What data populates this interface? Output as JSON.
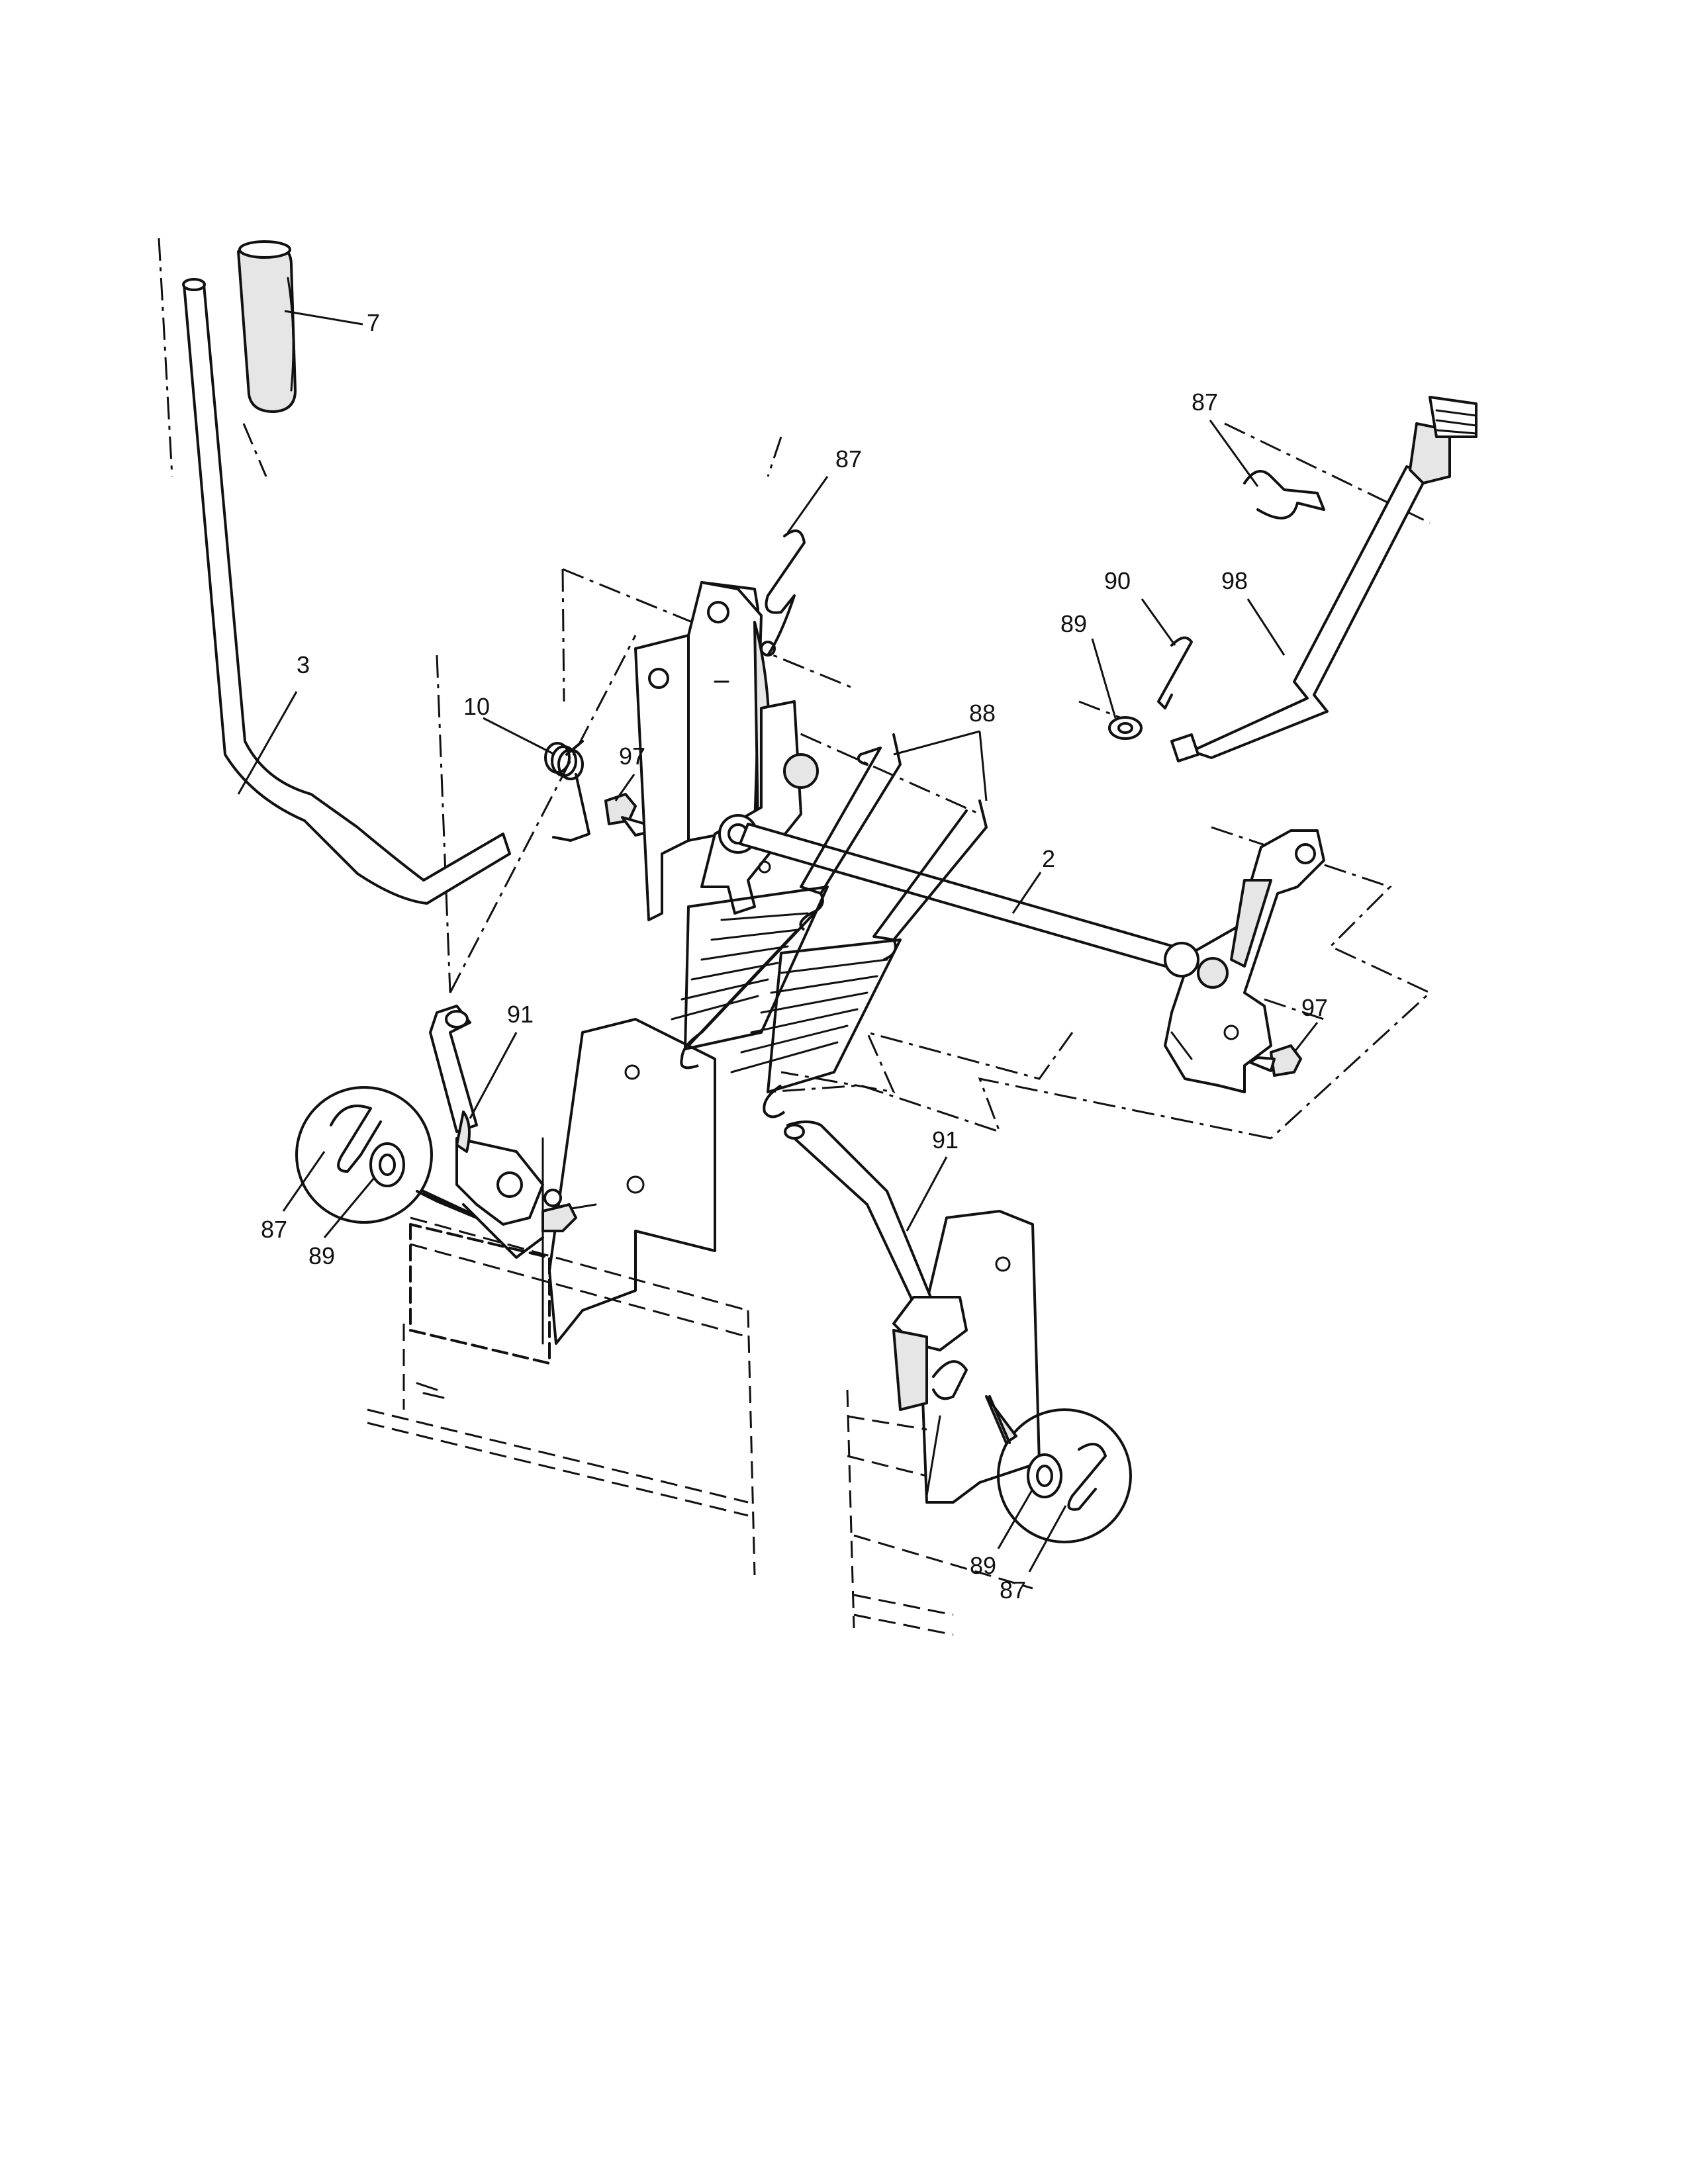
{
  "callouts": {
    "c7": "7",
    "c3": "3",
    "c10": "10",
    "c97a": "97",
    "c87a": "87",
    "c88": "88",
    "c2": "2",
    "c97b": "97",
    "c87b": "87",
    "c90": "90",
    "c98": "98",
    "c89a": "89",
    "c91a": "91",
    "c87c": "87",
    "c89b": "89",
    "c91b": "91",
    "c89c": "89",
    "c87d": "87"
  },
  "colors": {
    "ink": "#111111",
    "paper": "#ffffff",
    "shade": "#e6e6e6"
  }
}
